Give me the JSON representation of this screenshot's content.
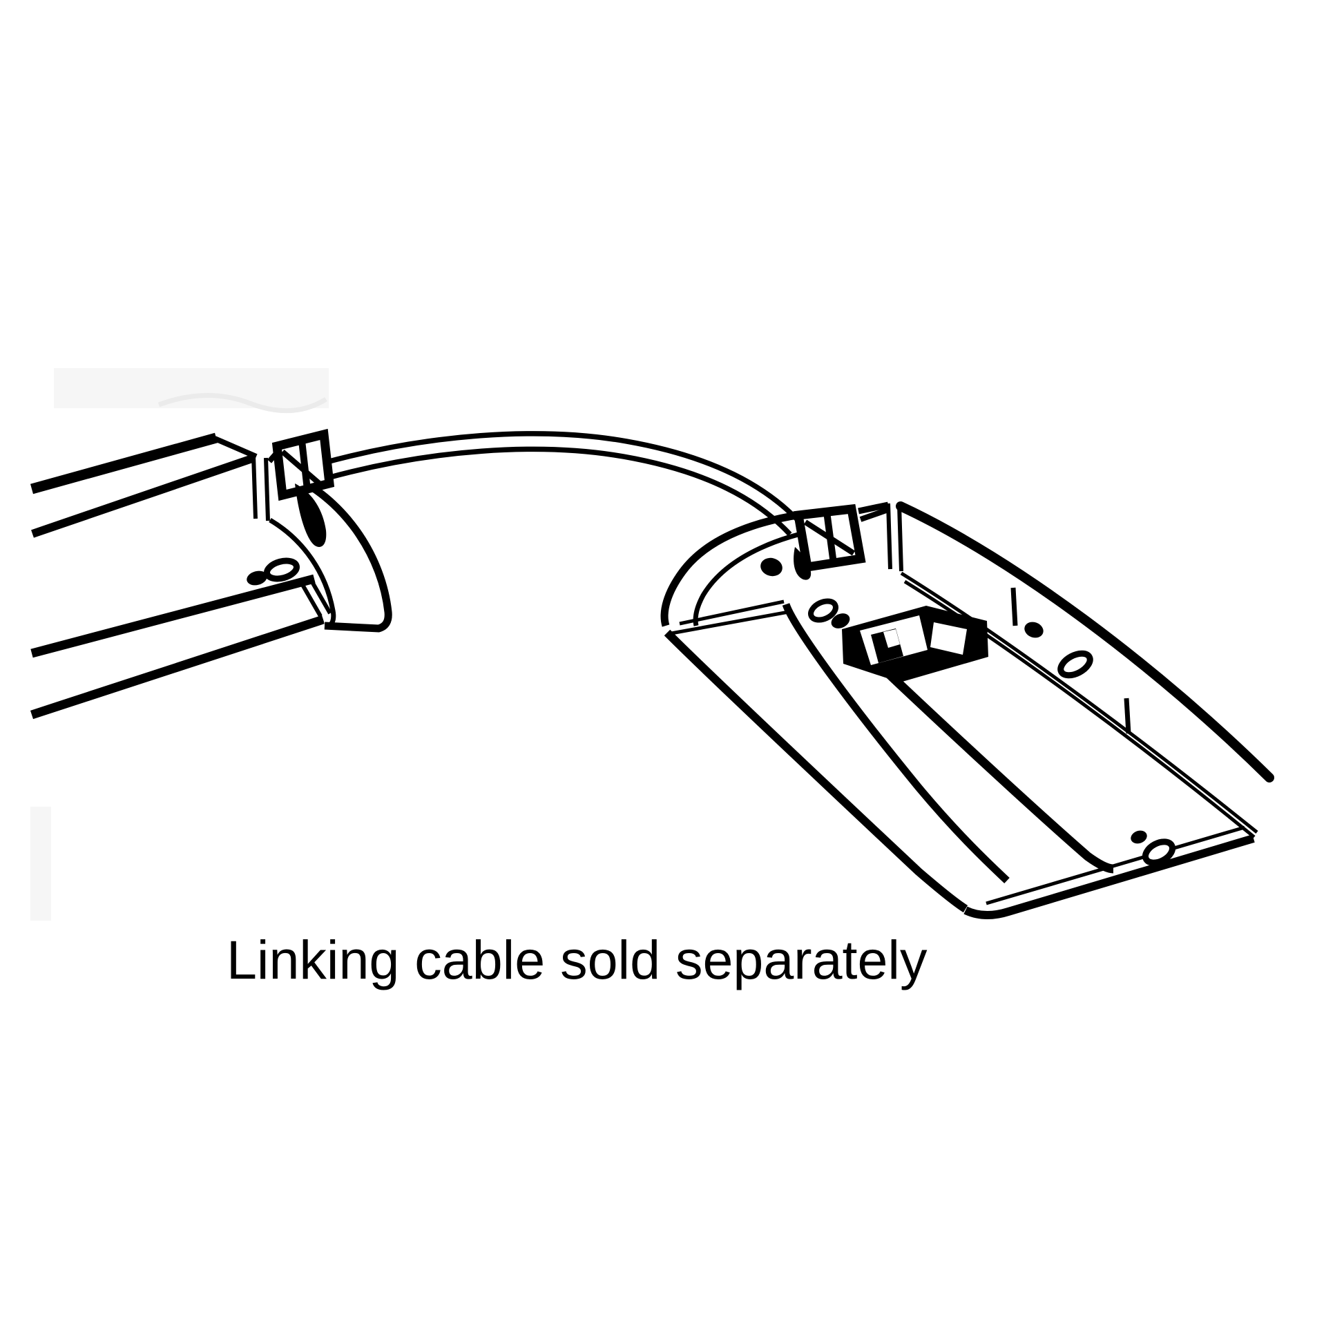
{
  "diagram": {
    "caption": "Linking cable sold separately"
  },
  "icons": {
    "left_fixture": "under-cabinet-light-fixture-left",
    "right_fixture": "under-cabinet-light-fixture-right",
    "cable": "linking-cable-arc",
    "switch": "rocker-power-switch",
    "keyholes": "keyhole-mounting-slots"
  },
  "colors": {
    "ink": "#000000",
    "background": "#ffffff",
    "scan_artifact": "#f5f5f5"
  }
}
